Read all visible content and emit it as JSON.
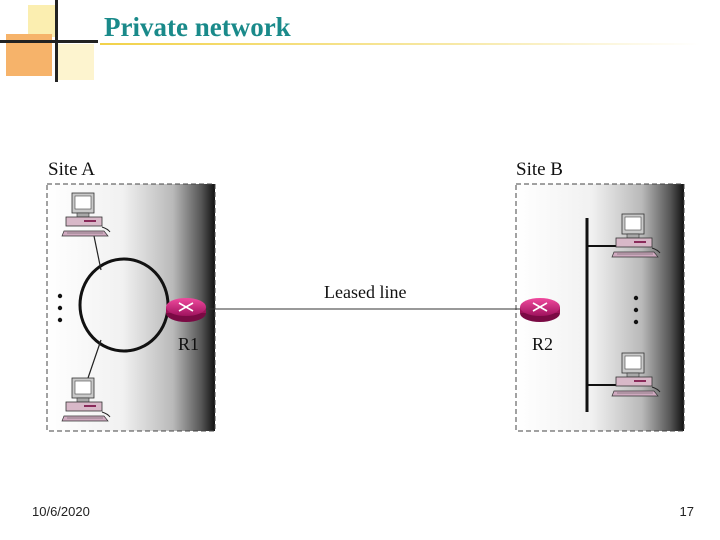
{
  "slide": {
    "title": "Private network",
    "date": "10/6/2020",
    "page_number": "17"
  },
  "diagram": {
    "site_a_label": "Site A",
    "site_b_label": "Site B",
    "link_label": "Leased line",
    "router_1_label": "R1",
    "router_2_label": "R2"
  }
}
